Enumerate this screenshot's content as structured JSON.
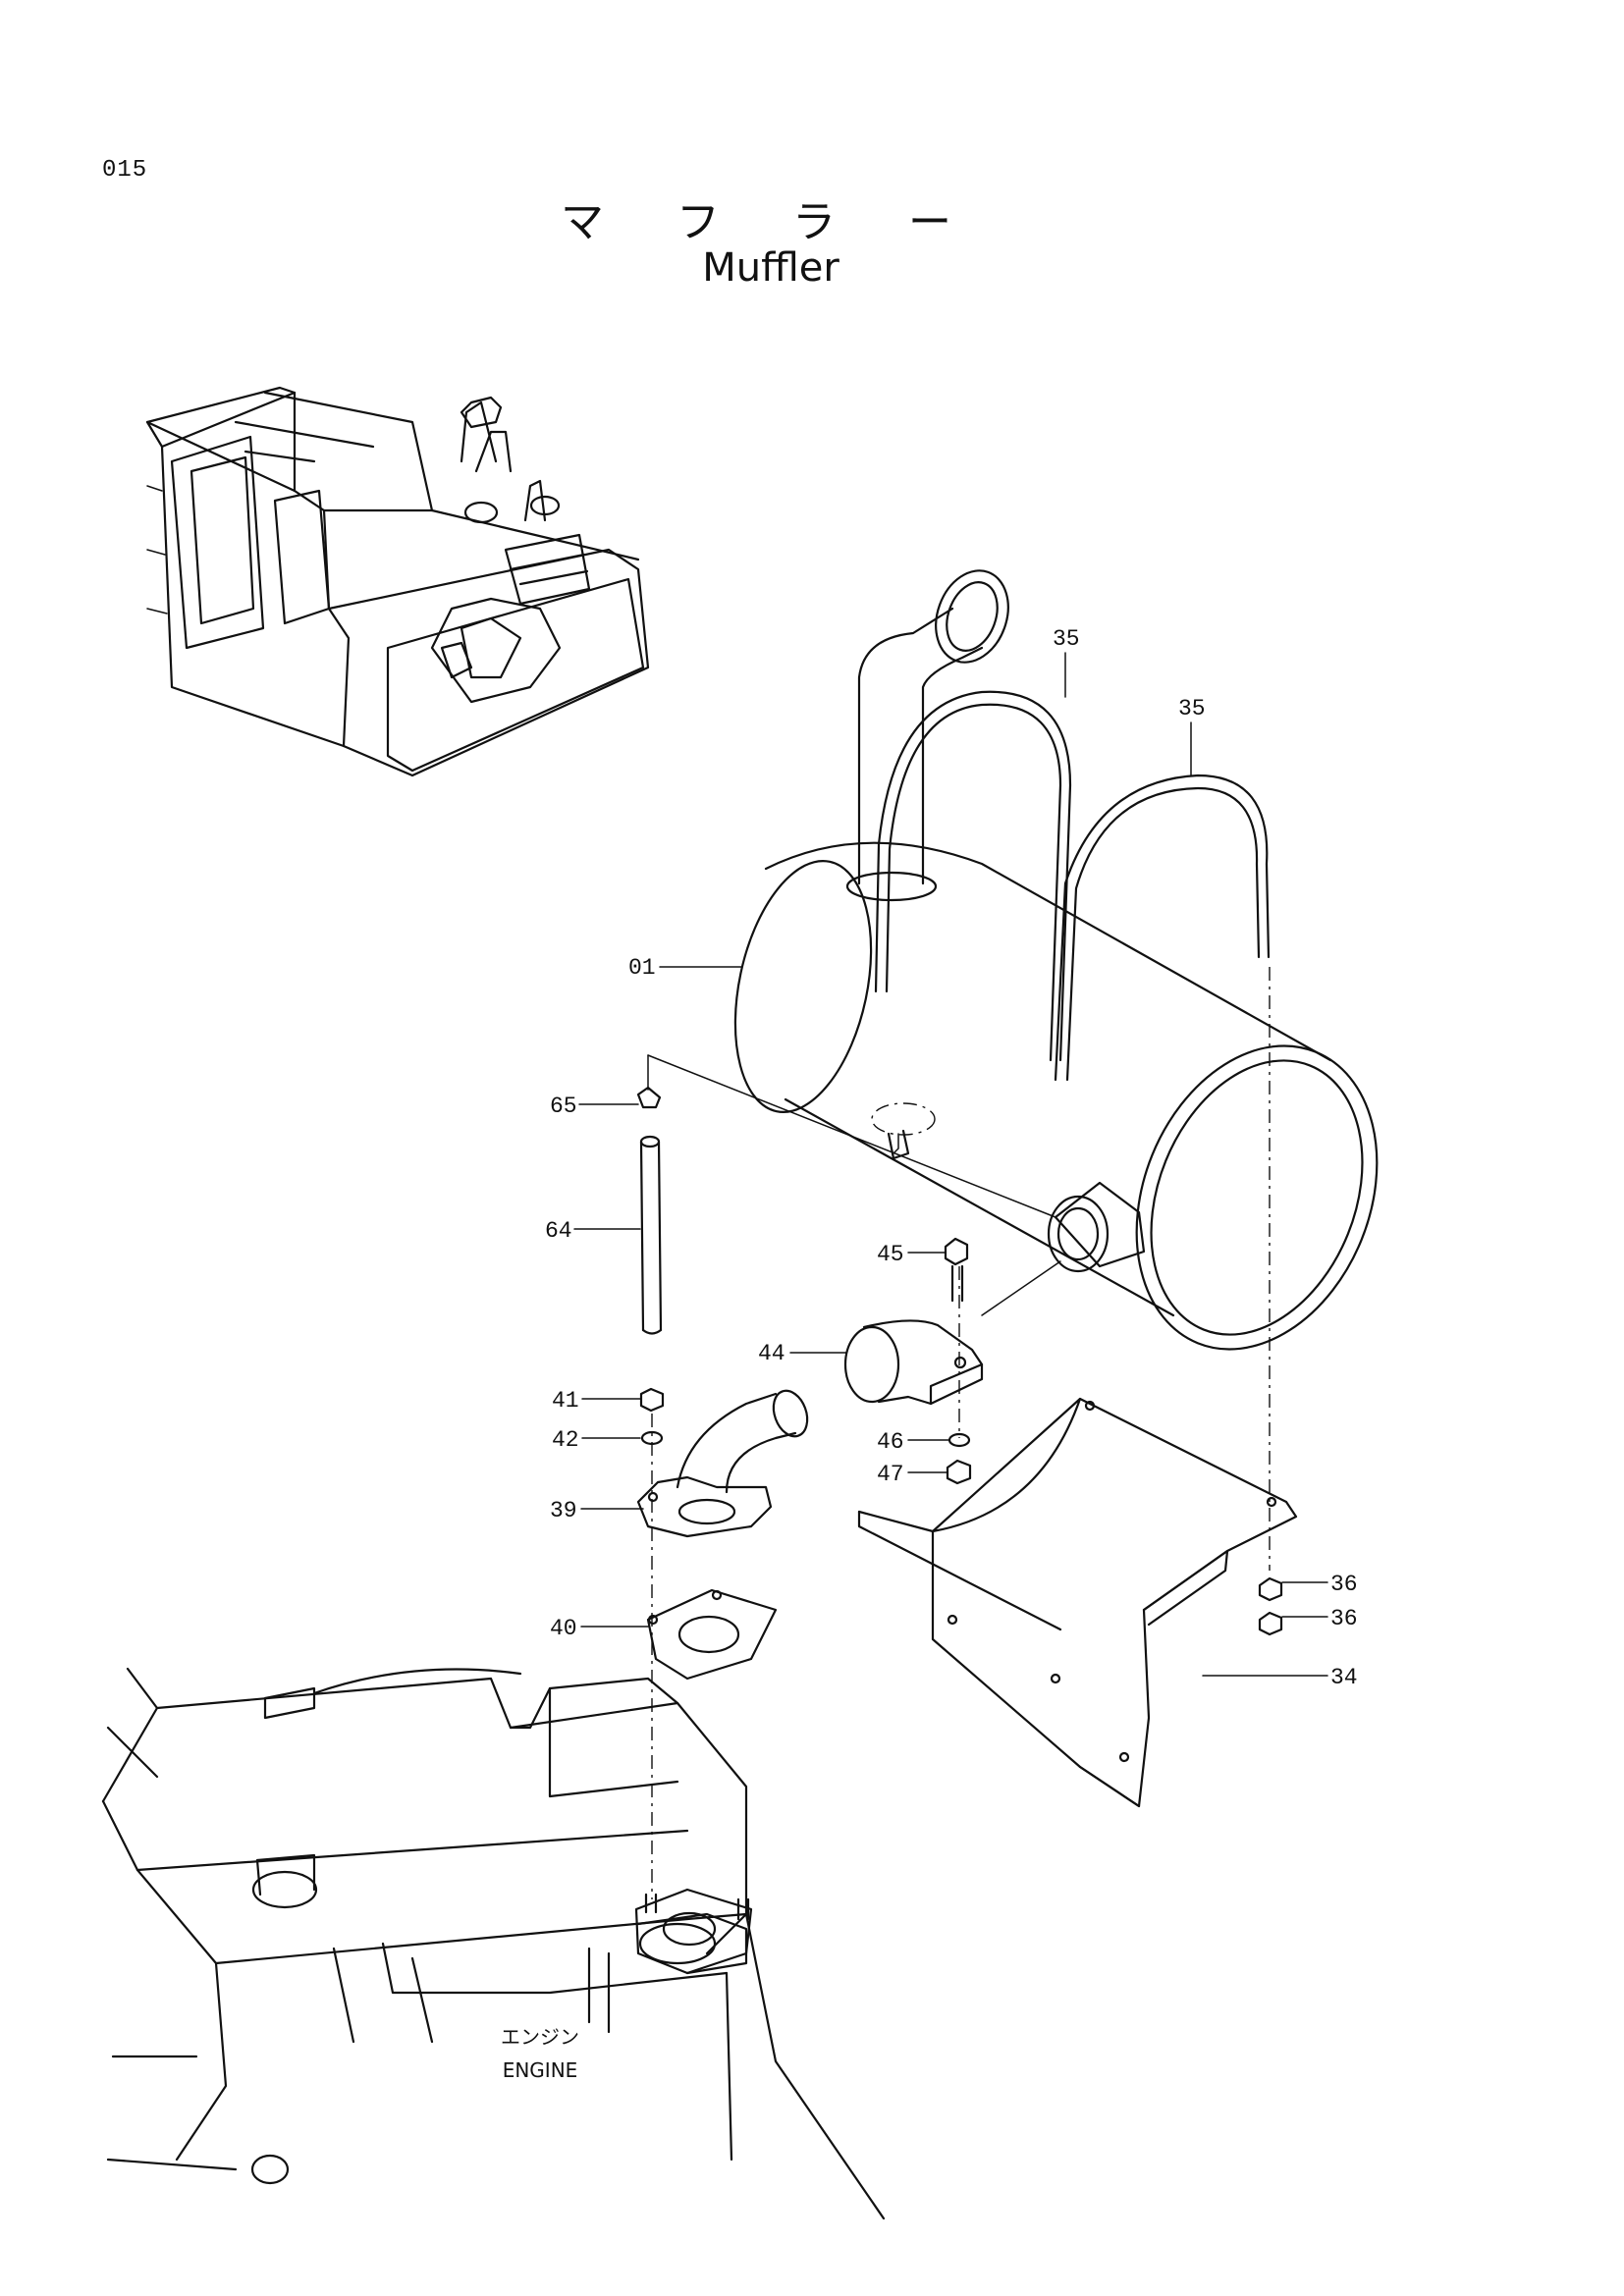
{
  "page_number": "015",
  "title_jp": "マ フ ラ ー",
  "title_en": "Muffler",
  "engine_label_jp": "エンジン",
  "engine_label_en": "ENGINE",
  "callouts": {
    "p35a": "35",
    "p35b": "35",
    "p01": "01",
    "p65": "65",
    "p64": "64",
    "p45": "45",
    "p44": "44",
    "p41": "41",
    "p42": "42",
    "p46": "46",
    "p47": "47",
    "p39": "39",
    "p40": "40",
    "p36a": "36",
    "p36b": "36",
    "p34": "34"
  }
}
